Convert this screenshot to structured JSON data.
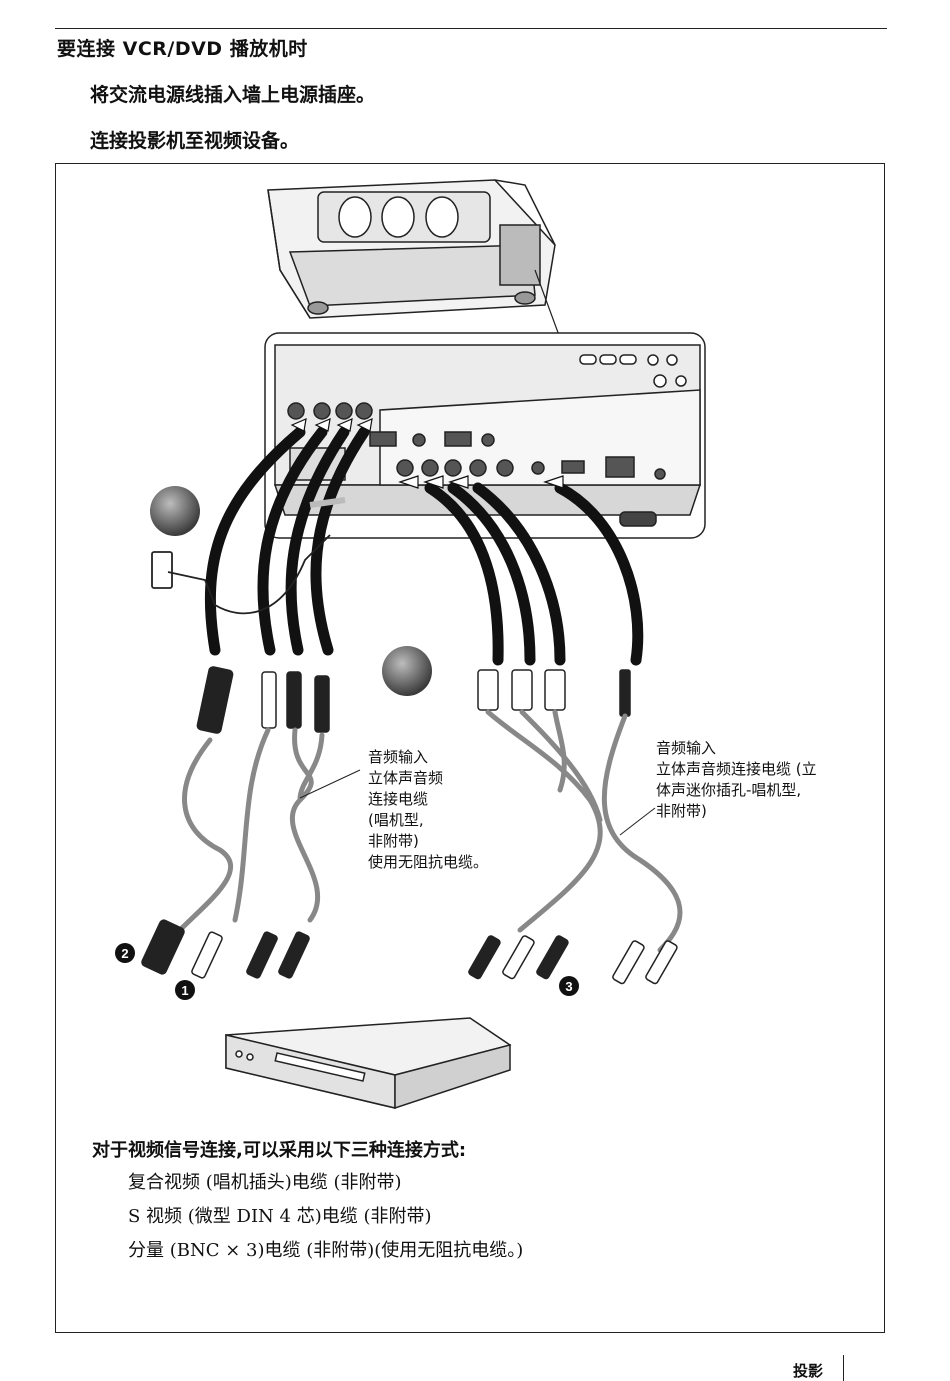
{
  "heading": "要连接 VCR/DVD 播放机时",
  "steps": [
    "将交流电源线插入墙上电源插座。",
    "连接投影机至视频设备。"
  ],
  "diagram": {
    "callouts": {
      "one": "1",
      "two": "2",
      "three": "3"
    },
    "label_audio_left": "音频输入\n立体声音频\n连接电缆\n(唱机型,\n非附带)\n使用无阻抗电缆。",
    "label_audio_right": "音频输入\n立体声音频连接电缆 (立\n体声迷你插孔-唱机型,\n非附带)"
  },
  "notes": {
    "title": "对于视频信号连接,可以采用以下三种连接方式:",
    "items": [
      "复合视频 (唱机插头)电缆 (非附带)",
      "S 视频 (微型 DIN 4 芯)电缆 (非附带)",
      "分量 (BNC × 3)电缆 (非附带)(使用无阻抗电缆。)"
    ]
  },
  "footer": {
    "section": "投影"
  }
}
